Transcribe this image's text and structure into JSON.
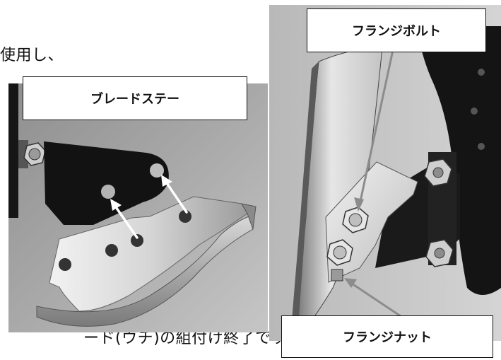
{
  "doc": {
    "top_fragment": "使用し、",
    "bottom_fragment": "ード(ウチ)の組付け終了です。"
  },
  "left_panel": {
    "label": "ブレードステー"
  },
  "right_panel": {
    "label_top": "フランジボルト",
    "label_bottom": "フランジナット"
  },
  "colors": {
    "arrow_left": "#ffffff",
    "arrow_right": "#8c8c8c",
    "text": "#111111"
  }
}
